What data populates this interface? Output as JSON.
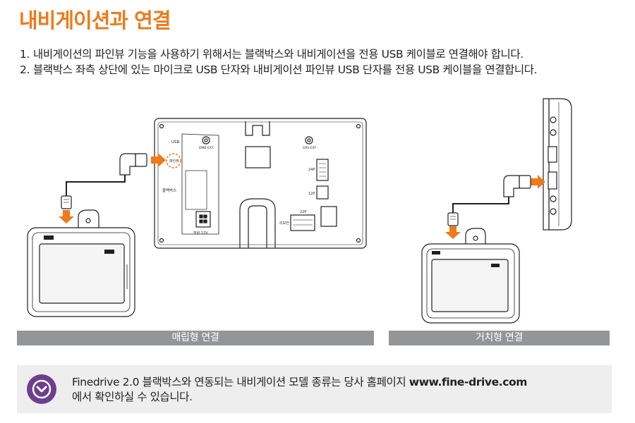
{
  "page": {
    "title": "내비게이션과 연결"
  },
  "instructions": [
    {
      "number": "1.",
      "text": "내비게이션의 파인뷰 기능을 사용하기 위해서는 블랙박스와 내비게이션을 전용 USB 케이블로 연결해야 합니다."
    },
    {
      "number": "2.",
      "text": "블랙박스 좌측 상단에 있는 마이크로 USB 단자와 내비게이션 파인뷰 USB 단자를 전용 USB 케이블을 연결합니다."
    }
  ],
  "diagram": {
    "panel_labels": {
      "usb": "USB",
      "dmb_ext": "DMB EXT.",
      "gps_ext": "GPS EXT.",
      "fineview": "파인뷰",
      "pin_24": "24P",
      "pin_12": "12P",
      "pin_22": "22P",
      "black_box": "블랙박스",
      "power_12v": "전원 12V",
      "remote": "리모컨"
    }
  },
  "captions": {
    "left": "매립형 연결",
    "right": "거치형 연결"
  },
  "note": {
    "line1_text": "Finedrive 2.0 블랙박스와 연동되는 내비게이션 모델 종류는 당사 홈페이지 ",
    "url": "www.fine-drive.com",
    "line2_text": "에서 확인하실 수 있습니다."
  },
  "colors": {
    "title": "#ee7a1a",
    "arrow": "#ee7a1a",
    "caption_bar": "#939598",
    "note_icon": "#6e3f8c",
    "note_bg": "#eeeeef"
  },
  "icons": {
    "note_icon": "chevron-down-icon"
  }
}
